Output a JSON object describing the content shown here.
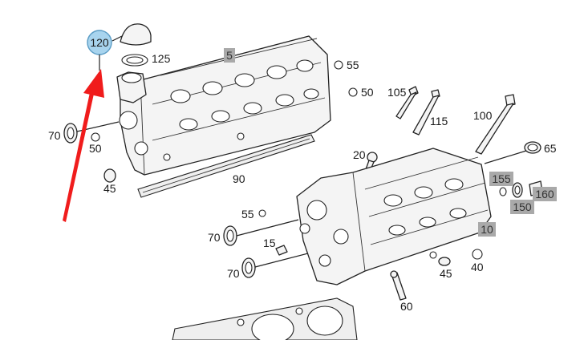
{
  "diagram": {
    "highlighted_callout": "120",
    "accent_colors": {
      "callout_fill": "#a8d4ee",
      "callout_stroke": "#5a9cc5",
      "arrow": "#f01c1c",
      "tag_fill": "#a9a9a9"
    },
    "labels": {
      "l125": "125",
      "l55a": "55",
      "l50a": "50",
      "l105": "105",
      "l115": "115",
      "l100": "100",
      "l70a": "70",
      "l50b": "50",
      "l45a": "45",
      "l90": "90",
      "l20": "20",
      "l65": "65",
      "l55b": "55",
      "l70b": "70",
      "l15": "15",
      "l70c": "70",
      "l45b": "45",
      "l40": "40",
      "l60": "60"
    },
    "tags": {
      "t5": "5",
      "t155": "155",
      "t160": "160",
      "t150": "150",
      "t10": "10"
    }
  }
}
